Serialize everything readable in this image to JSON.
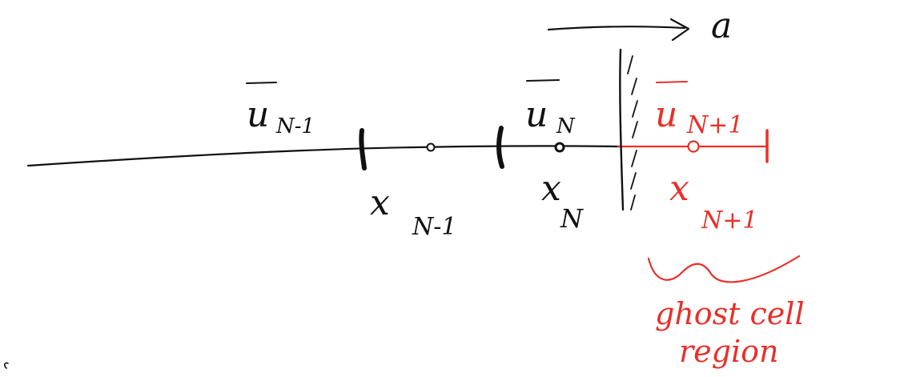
{
  "colors": {
    "ink": "#111111",
    "accent": "#e8302a",
    "background": "#ffffff"
  },
  "arrow_label": "a",
  "cells": [
    {
      "average": "u",
      "average_index": "N-1",
      "center": "x",
      "center_index": "N-1",
      "color_key": "ink"
    },
    {
      "average": "u",
      "average_index": "N",
      "center": "x",
      "center_index": "N",
      "color_key": "ink"
    },
    {
      "average": "u",
      "average_index": "N+1",
      "center": "x",
      "center_index": "N+1",
      "color_key": "accent"
    }
  ],
  "ghost_region": {
    "line1": "ghost cell",
    "line2": "region"
  }
}
